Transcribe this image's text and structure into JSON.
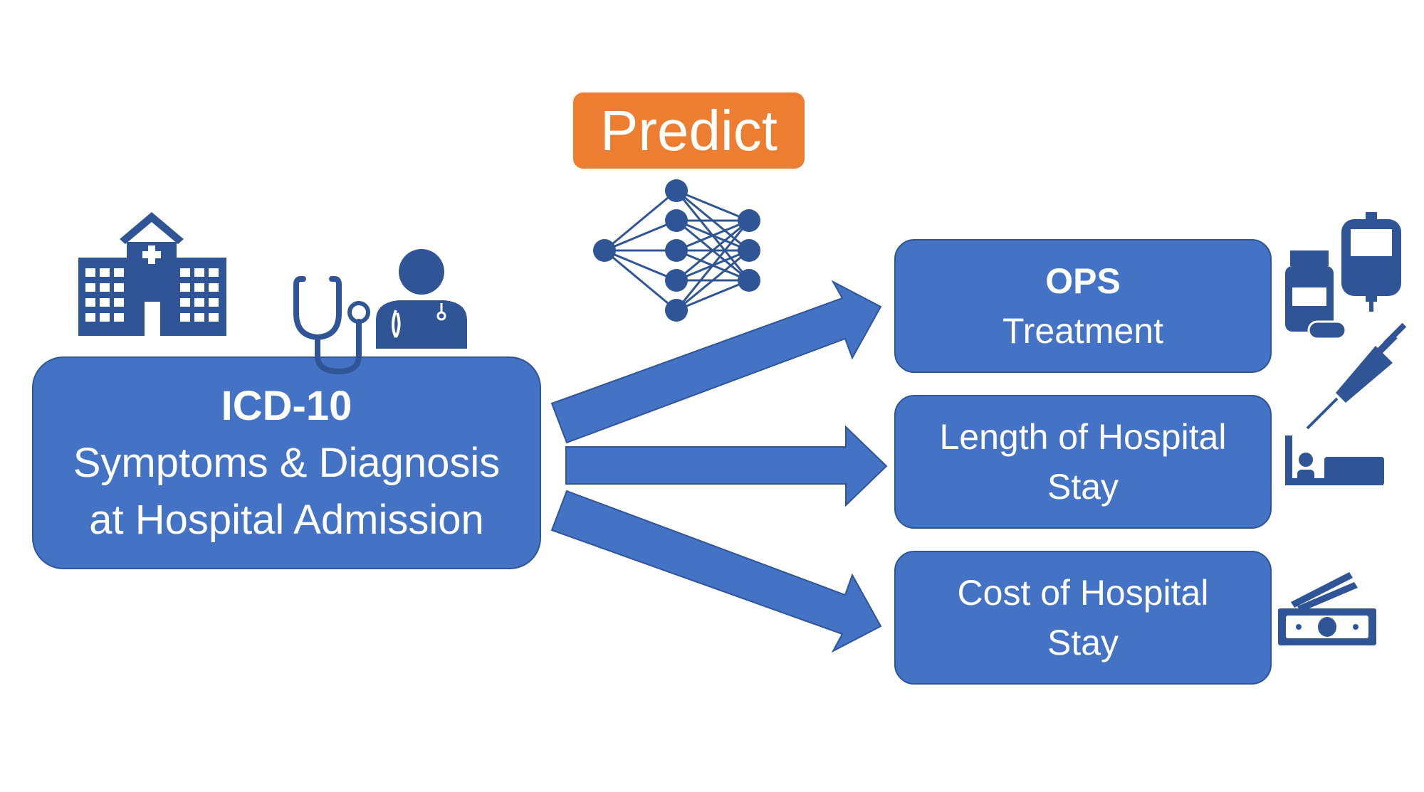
{
  "colors": {
    "box_fill": "#4472C4",
    "box_border": "#2F5597",
    "icon_fill": "#2F5597",
    "predict_fill": "#ED7D31",
    "text": "#FFFFFF"
  },
  "predict": {
    "label": "Predict",
    "icon": "neural-network-icon"
  },
  "input_box": {
    "title": "ICD-10",
    "line1": "Symptoms & Diagnosis",
    "line2": "at Hospital Admission",
    "icons": [
      "hospital-icon",
      "stethoscope-icon",
      "doctor-icon"
    ]
  },
  "outputs": [
    {
      "title": "OPS",
      "line1": "Treatment",
      "icon": "medication-icons"
    },
    {
      "line1": "Length of Hospital",
      "line2": "Stay",
      "icon": "hospital-bed-icon"
    },
    {
      "line1": "Cost of Hospital",
      "line2": "Stay",
      "icon": "money-icon"
    }
  ]
}
